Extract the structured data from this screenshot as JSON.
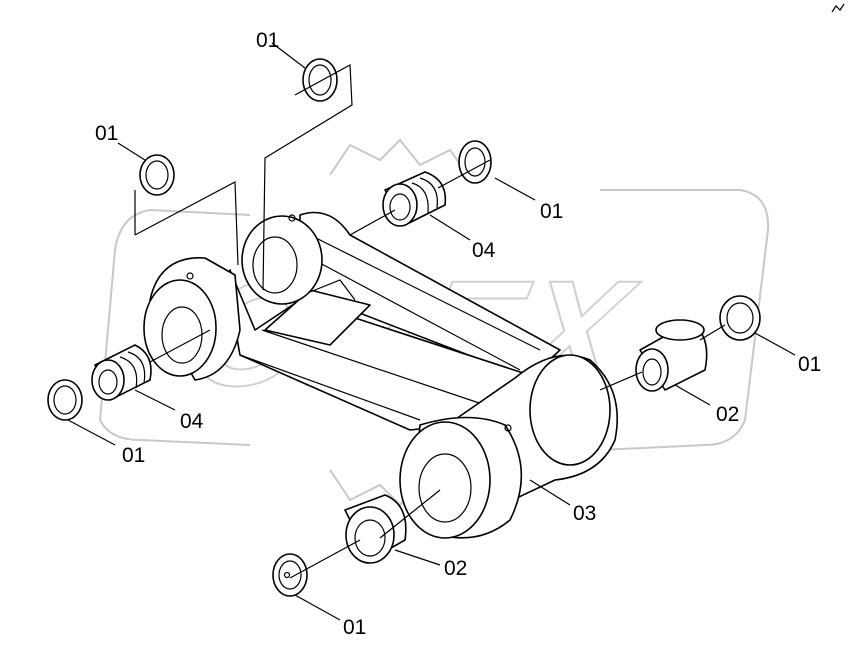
{
  "watermark": {
    "text": "OPEX"
  },
  "callouts": [
    {
      "id": "c1",
      "text": "01"
    },
    {
      "id": "c2",
      "text": "01"
    },
    {
      "id": "c3",
      "text": "01"
    },
    {
      "id": "c4",
      "text": "04"
    },
    {
      "id": "c5",
      "text": "01"
    },
    {
      "id": "c6",
      "text": "04"
    },
    {
      "id": "c7",
      "text": "01"
    },
    {
      "id": "c8",
      "text": "02"
    },
    {
      "id": "c9",
      "text": "03"
    },
    {
      "id": "c10",
      "text": "02"
    },
    {
      "id": "c11",
      "text": "01"
    }
  ]
}
